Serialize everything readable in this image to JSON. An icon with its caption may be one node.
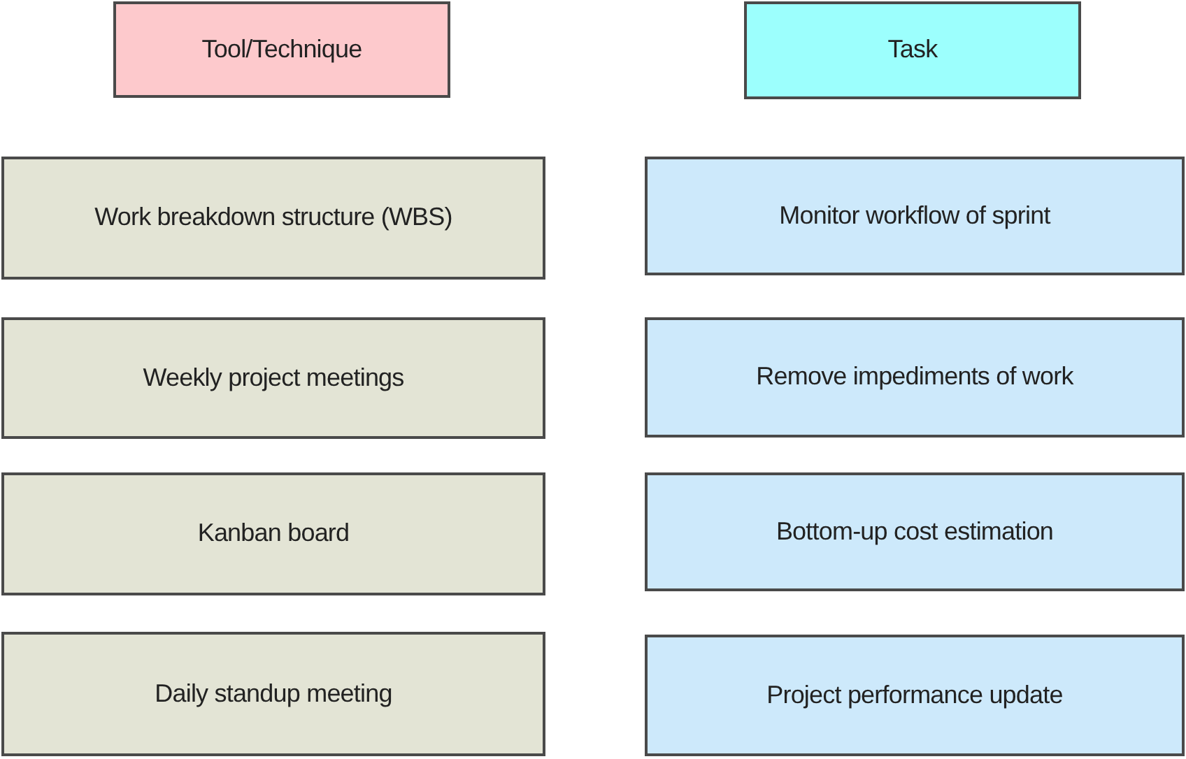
{
  "diagram": {
    "nodes": [
      {
        "text": [
          "Tool/Technique"
        ]
      },
      {
        "text": [
          "Task"
        ]
      },
      {
        "text": [
          "Work breakdown structure (WBS)"
        ]
      },
      {
        "text": [
          "Monitor workflow of sprint"
        ]
      },
      {
        "text": [
          "Weekly project meetings"
        ]
      },
      {
        "text": [
          "Remove impediments of work"
        ]
      },
      {
        "text": [
          "Kanban board"
        ]
      },
      {
        "text": [
          "Bottom-up cost estimation"
        ]
      },
      {
        "text": [
          "Daily standup meeting"
        ]
      },
      {
        "text": [
          "Project performance update"
        ]
      }
    ]
  }
}
